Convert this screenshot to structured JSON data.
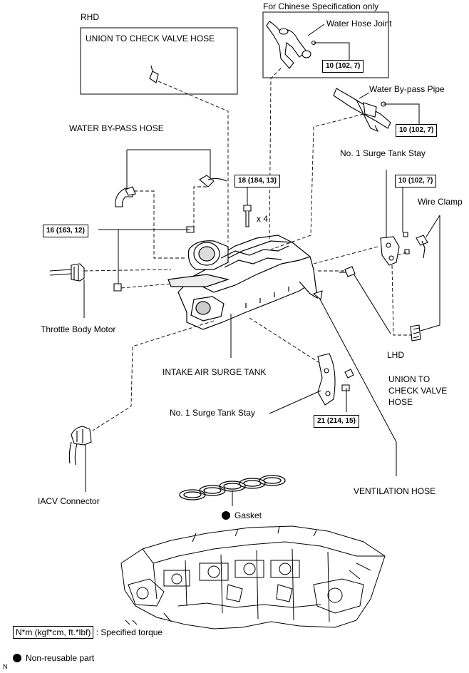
{
  "labels": {
    "rhd": "RHD",
    "union_hose_rhd": "UNION TO CHECK VALVE HOSE",
    "chinese_spec": "For Chinese Specification only",
    "water_hose_joint": "Water Hose Joint",
    "water_bypass_pipe": "Water By-pass Pipe",
    "water_bypass_hose": "WATER BY-PASS HOSE",
    "surge_tank_stay_1": "No. 1 Surge Tank Stay",
    "wire_clamp": "Wire Clamp",
    "x4": "x 4",
    "throttle_body_motor": "Throttle Body Motor",
    "intake_air_surge_tank": "INTAKE AIR SURGE TANK",
    "lhd": "LHD",
    "union_hose_lhd_1": "UNION TO",
    "union_hose_lhd_2": "CHECK VALVE",
    "union_hose_lhd_3": "HOSE",
    "surge_tank_stay_2": "No. 1 Surge Tank Stay",
    "iacv_connector": "IACV Connector",
    "ventilation_hose": "VENTILATION HOSE",
    "gasket": "Gasket"
  },
  "torques": {
    "t1": "10 (102, 7)",
    "t2": "10 (102, 7)",
    "t3": "10 (102, 7)",
    "t4": "18 (184, 13)",
    "t5": "16 (163, 12)",
    "t6": "21 (214, 15)"
  },
  "legend": {
    "torque_unit": "N*m (kgf*cm, ft.*lbf)",
    "torque_text": ": Specified torque",
    "nonreusable_text": "Non-reusable part"
  },
  "corner_mark": "N"
}
